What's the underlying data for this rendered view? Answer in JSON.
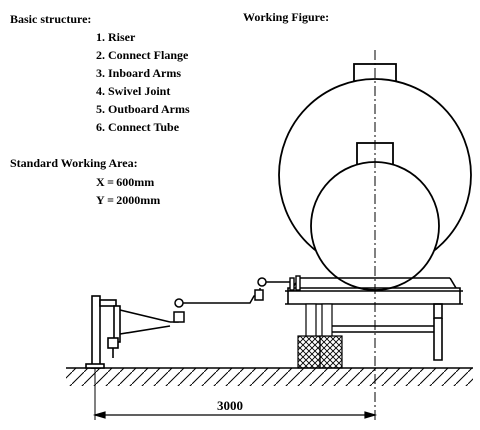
{
  "headings": {
    "basic_structure": "Basic structure:",
    "working_figure": "Working Figure:",
    "standard_working_area": "Standard Working Area:"
  },
  "parts": [
    "1. Riser",
    "2. Connect Flange",
    "3. Inboard Arms",
    "4. Swivel Joint",
    "5. Outboard Arms",
    "6. Connect Tube"
  ],
  "working_area": {
    "x": "X = 600mm",
    "y": "Y = 2000mm"
  },
  "dimension": "3000"
}
